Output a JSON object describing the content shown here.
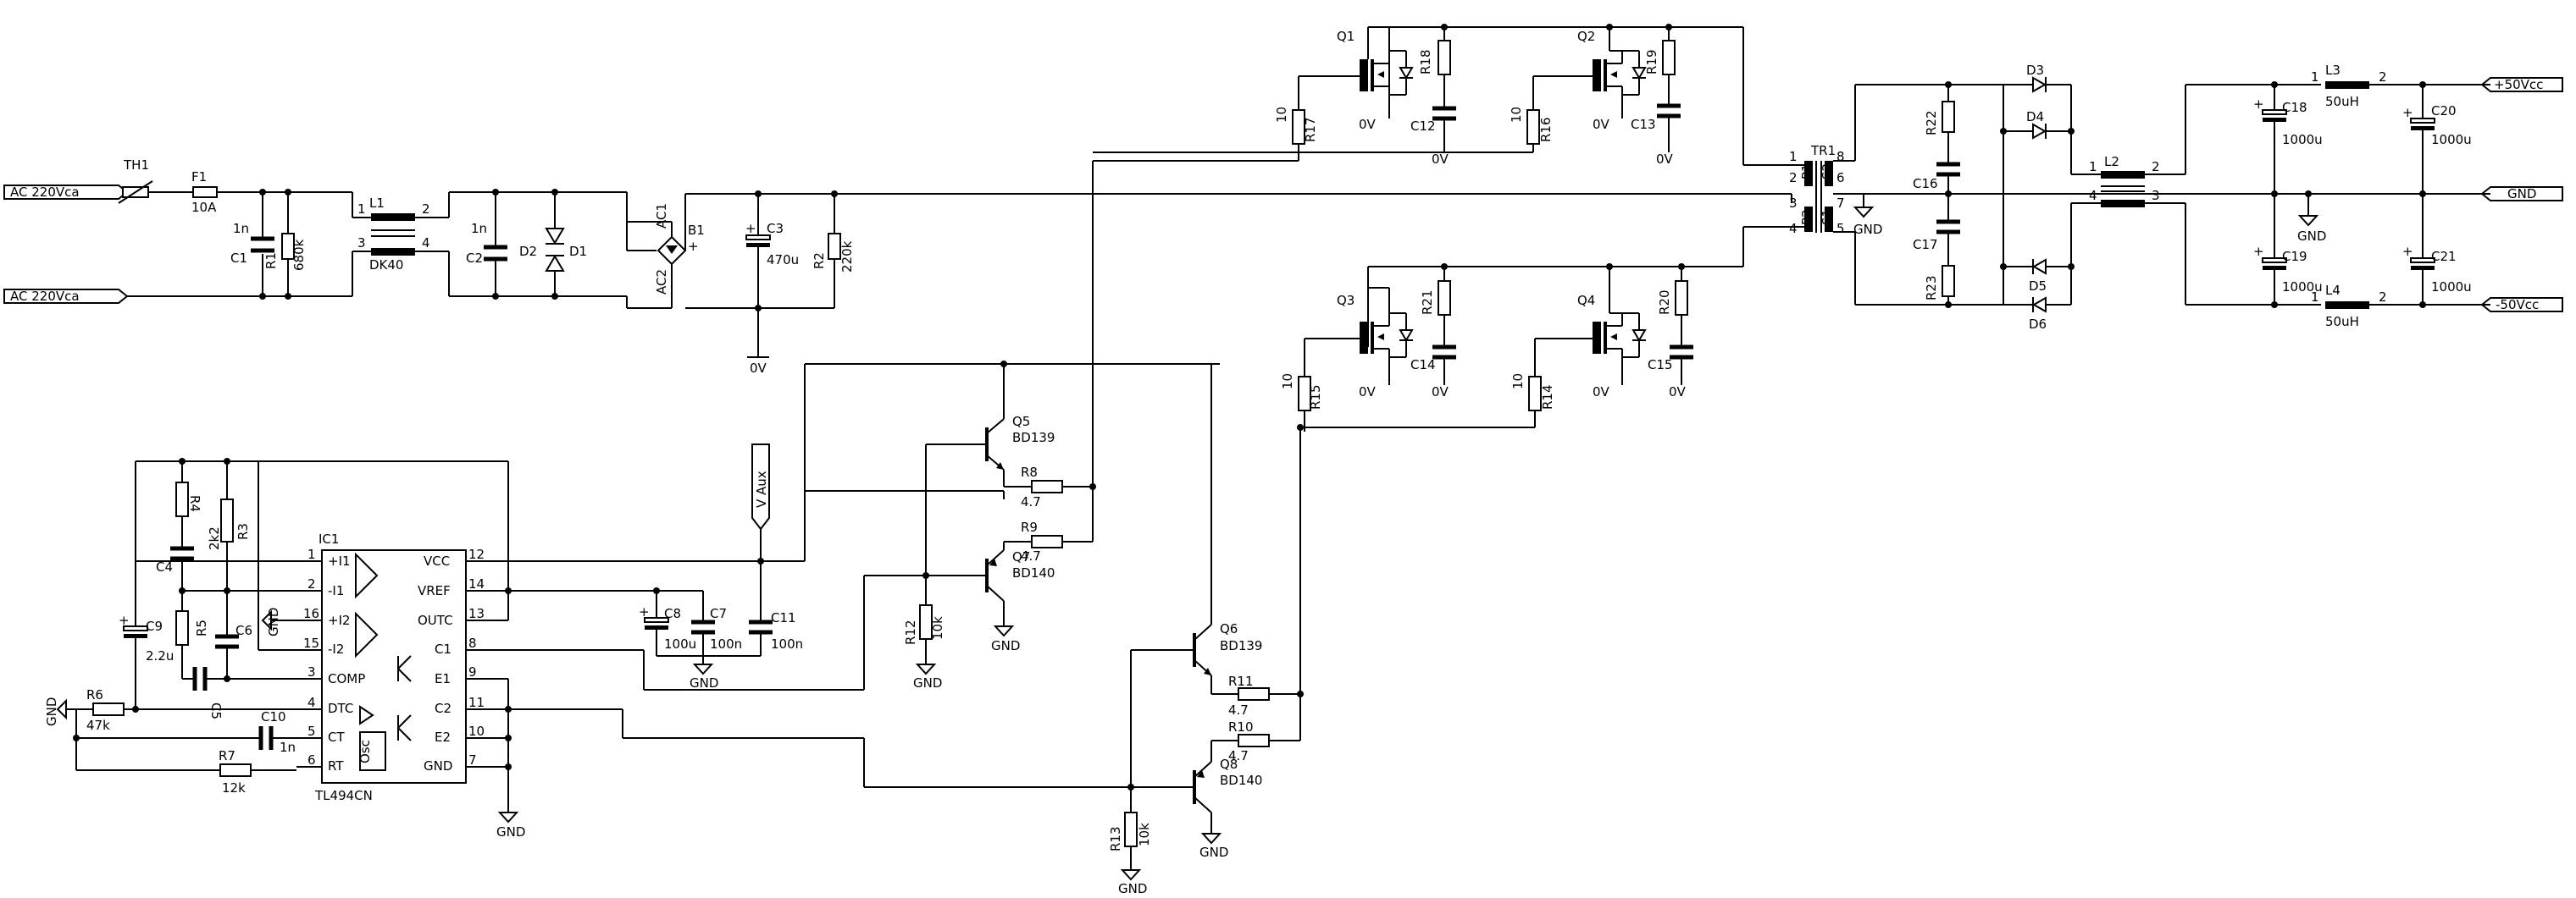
{
  "ports": {
    "ac_in_1": "AC 220Vca",
    "ac_in_2": "AC 220Vca",
    "vaux": "V Aux",
    "p50": "+50Vcc",
    "gnd": "GND",
    "m50": "-50Vcc"
  },
  "parts": {
    "TH1": {
      "ref": "TH1",
      "val": ""
    },
    "F1": {
      "ref": "F1",
      "val": "10A"
    },
    "C1": {
      "ref": "C1",
      "val": "1n"
    },
    "R1": {
      "ref": "R1",
      "val": "680k"
    },
    "L1": {
      "ref": "L1",
      "val": "DK40"
    },
    "C2": {
      "ref": "C2",
      "val": "1n"
    },
    "D1": {
      "ref": "D1",
      "val": ""
    },
    "D2": {
      "ref": "D2",
      "val": ""
    },
    "B1": {
      "ref": "B1",
      "val": ""
    },
    "C3": {
      "ref": "C3",
      "val": "470u"
    },
    "R2": {
      "ref": "R2",
      "val": "220k"
    },
    "Q1": {
      "ref": "Q1",
      "val": ""
    },
    "Q2": {
      "ref": "Q2",
      "val": ""
    },
    "Q3": {
      "ref": "Q3",
      "val": ""
    },
    "Q4": {
      "ref": "Q4",
      "val": ""
    },
    "R17": {
      "ref": "R17",
      "val": "10"
    },
    "R16": {
      "ref": "R16",
      "val": "10"
    },
    "R15": {
      "ref": "R15",
      "val": "10"
    },
    "R14": {
      "ref": "R14",
      "val": "10"
    },
    "R18": {
      "ref": "R18",
      "val": ""
    },
    "R19": {
      "ref": "R19",
      "val": ""
    },
    "R21": {
      "ref": "R21",
      "val": ""
    },
    "R20": {
      "ref": "R20",
      "val": ""
    },
    "C12": {
      "ref": "C12",
      "val": ""
    },
    "C13": {
      "ref": "C13",
      "val": ""
    },
    "C14": {
      "ref": "C14",
      "val": ""
    },
    "C15": {
      "ref": "C15",
      "val": ""
    },
    "TR1": {
      "ref": "TR1",
      "val": ""
    },
    "R22": {
      "ref": "R22",
      "val": ""
    },
    "R23": {
      "ref": "R23",
      "val": ""
    },
    "C16": {
      "ref": "C16",
      "val": ""
    },
    "C17": {
      "ref": "C17",
      "val": ""
    },
    "D3": {
      "ref": "D3",
      "val": ""
    },
    "D4": {
      "ref": "D4",
      "val": ""
    },
    "D5": {
      "ref": "D5",
      "val": ""
    },
    "D6": {
      "ref": "D6",
      "val": ""
    },
    "L2": {
      "ref": "L2",
      "val": ""
    },
    "L3": {
      "ref": "L3",
      "val": "50uH"
    },
    "L4": {
      "ref": "L4",
      "val": "50uH"
    },
    "C18": {
      "ref": "C18",
      "val": "1000u"
    },
    "C19": {
      "ref": "C19",
      "val": "1000u"
    },
    "C20": {
      "ref": "C20",
      "val": "1000u"
    },
    "C21": {
      "ref": "C21",
      "val": "1000u"
    },
    "IC1": {
      "ref": "IC1",
      "val": "TL494CN"
    },
    "R3": {
      "ref": "R3",
      "val": "2k2"
    },
    "R4": {
      "ref": "R4",
      "val": ""
    },
    "R5": {
      "ref": "R5",
      "val": ""
    },
    "C4": {
      "ref": "C4",
      "val": ""
    },
    "C5": {
      "ref": "C5",
      "val": ""
    },
    "C6": {
      "ref": "C6",
      "val": ""
    },
    "C9": {
      "ref": "C9",
      "val": "2.2u"
    },
    "R6": {
      "ref": "R6",
      "val": "47k"
    },
    "R7": {
      "ref": "R7",
      "val": "12k"
    },
    "C10": {
      "ref": "C10",
      "val": "1n"
    },
    "C8": {
      "ref": "C8",
      "val": "100u"
    },
    "C7": {
      "ref": "C7",
      "val": "100n"
    },
    "C11": {
      "ref": "C11",
      "val": "100n"
    },
    "Q5": {
      "ref": "Q5",
      "val": "BD139"
    },
    "Q7": {
      "ref": "Q7",
      "val": "BD140"
    },
    "Q6": {
      "ref": "Q6",
      "val": "BD139"
    },
    "Q8": {
      "ref": "Q8",
      "val": "BD140"
    },
    "R8": {
      "ref": "R8",
      "val": "4.7"
    },
    "R9": {
      "ref": "R9",
      "val": "4.7"
    },
    "R10": {
      "ref": "R10",
      "val": "4.7"
    },
    "R11": {
      "ref": "R11",
      "val": "4.7"
    },
    "R12": {
      "ref": "R12",
      "val": "10k"
    },
    "R13": {
      "ref": "R13",
      "val": "10k"
    }
  },
  "ic_pins": {
    "p1": "+I1",
    "p2": "-I1",
    "p16": "+I2",
    "p15": "-I2",
    "p3": "COMP",
    "p4": "DTC",
    "p5": "CT",
    "p6": "RT",
    "p12": "VCC",
    "p14": "VREF",
    "p13": "OUTC",
    "p8": "C1",
    "p9": "E1",
    "p11": "C2",
    "p10": "E2",
    "p7": "GND",
    "osc": "Osc"
  },
  "pin_numbers": {
    "ic_left": [
      "1",
      "2",
      "16",
      "15",
      "3",
      "4",
      "5",
      "6"
    ],
    "ic_right": [
      "12",
      "14",
      "13",
      "8",
      "9",
      "11",
      "10",
      "7"
    ],
    "L1": [
      "1",
      "2",
      "3",
      "4"
    ],
    "B1_ac1": "AC1",
    "B1_ac2": "AC2",
    "B1_plus": "+",
    "TR1_left": [
      "1",
      "2",
      "3",
      "4"
    ],
    "TR1_right": [
      "8",
      "6",
      "7",
      "5"
    ],
    "TR1_coils": [
      "P1",
      "P2",
      "S2",
      "S1"
    ],
    "L2": [
      "1",
      "2",
      "4",
      "3"
    ],
    "L3": [
      "1",
      "2"
    ],
    "L4": [
      "1",
      "2"
    ]
  },
  "net_labels": {
    "v0": "0V",
    "gnd": "GND"
  }
}
